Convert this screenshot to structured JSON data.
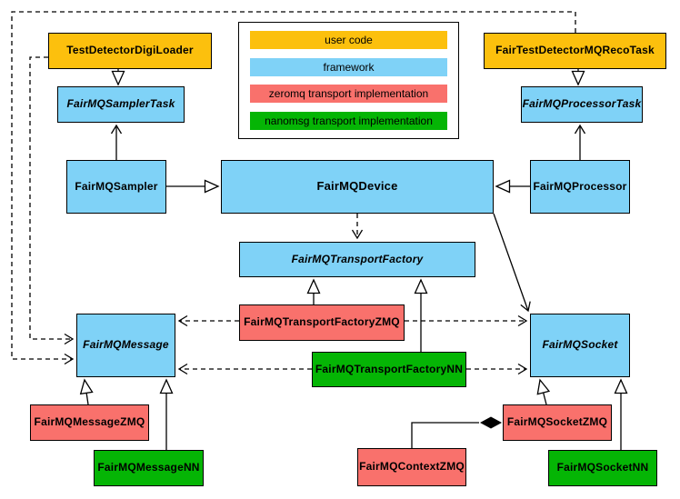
{
  "legend": {
    "items": [
      {
        "label": "user code",
        "color": "#FCC00D"
      },
      {
        "label": "framework",
        "color": "#7FD2F7"
      },
      {
        "label": "zeromq transport implementation",
        "color": "#F9716C"
      },
      {
        "label": "nanomsg transport implementation",
        "color": "#05B505"
      }
    ]
  },
  "nodes": [
    {
      "label": "TestDetectorDigiLoader",
      "category": "user code",
      "abstract": false,
      "color": "#FCC00D"
    },
    {
      "label": "FairTestDetectorMQRecoTask",
      "category": "user code",
      "abstract": false,
      "color": "#FCC00D"
    },
    {
      "label": "FairMQSamplerTask",
      "category": "framework",
      "abstract": true,
      "color": "#7FD2F7"
    },
    {
      "label": "FairMQProcessorTask",
      "category": "framework",
      "abstract": true,
      "color": "#7FD2F7"
    },
    {
      "label": "FairMQSampler",
      "category": "framework",
      "abstract": false,
      "color": "#7FD2F7"
    },
    {
      "label": "FairMQDevice",
      "category": "framework",
      "abstract": false,
      "color": "#7FD2F7"
    },
    {
      "label": "FairMQProcessor",
      "category": "framework",
      "abstract": false,
      "color": "#7FD2F7"
    },
    {
      "label": "FairMQTransportFactory",
      "category": "framework",
      "abstract": true,
      "color": "#7FD2F7"
    },
    {
      "label": "FairMQTransportFactoryZMQ",
      "category": "zeromq transport implementation",
      "abstract": false,
      "color": "#F9716C"
    },
    {
      "label": "FairMQTransportFactoryNN",
      "category": "nanomsg transport implementation",
      "abstract": false,
      "color": "#05B505"
    },
    {
      "label": "FairMQMessage",
      "category": "framework",
      "abstract": true,
      "color": "#7FD2F7"
    },
    {
      "label": "FairMQSocket",
      "category": "framework",
      "abstract": true,
      "color": "#7FD2F7"
    },
    {
      "label": "FairMQMessageZMQ",
      "category": "zeromq transport implementation",
      "abstract": false,
      "color": "#F9716C"
    },
    {
      "label": "FairMQMessageNN",
      "category": "nanomsg transport implementation",
      "abstract": false,
      "color": "#05B505"
    },
    {
      "label": "FairMQContextZMQ",
      "category": "zeromq transport implementation",
      "abstract": false,
      "color": "#F9716C"
    },
    {
      "label": "FairMQSocketZMQ",
      "category": "zeromq transport implementation",
      "abstract": false,
      "color": "#F9716C"
    },
    {
      "label": "FairMQSocketNN",
      "category": "nanomsg transport implementation",
      "abstract": false,
      "color": "#05B505"
    }
  ]
}
